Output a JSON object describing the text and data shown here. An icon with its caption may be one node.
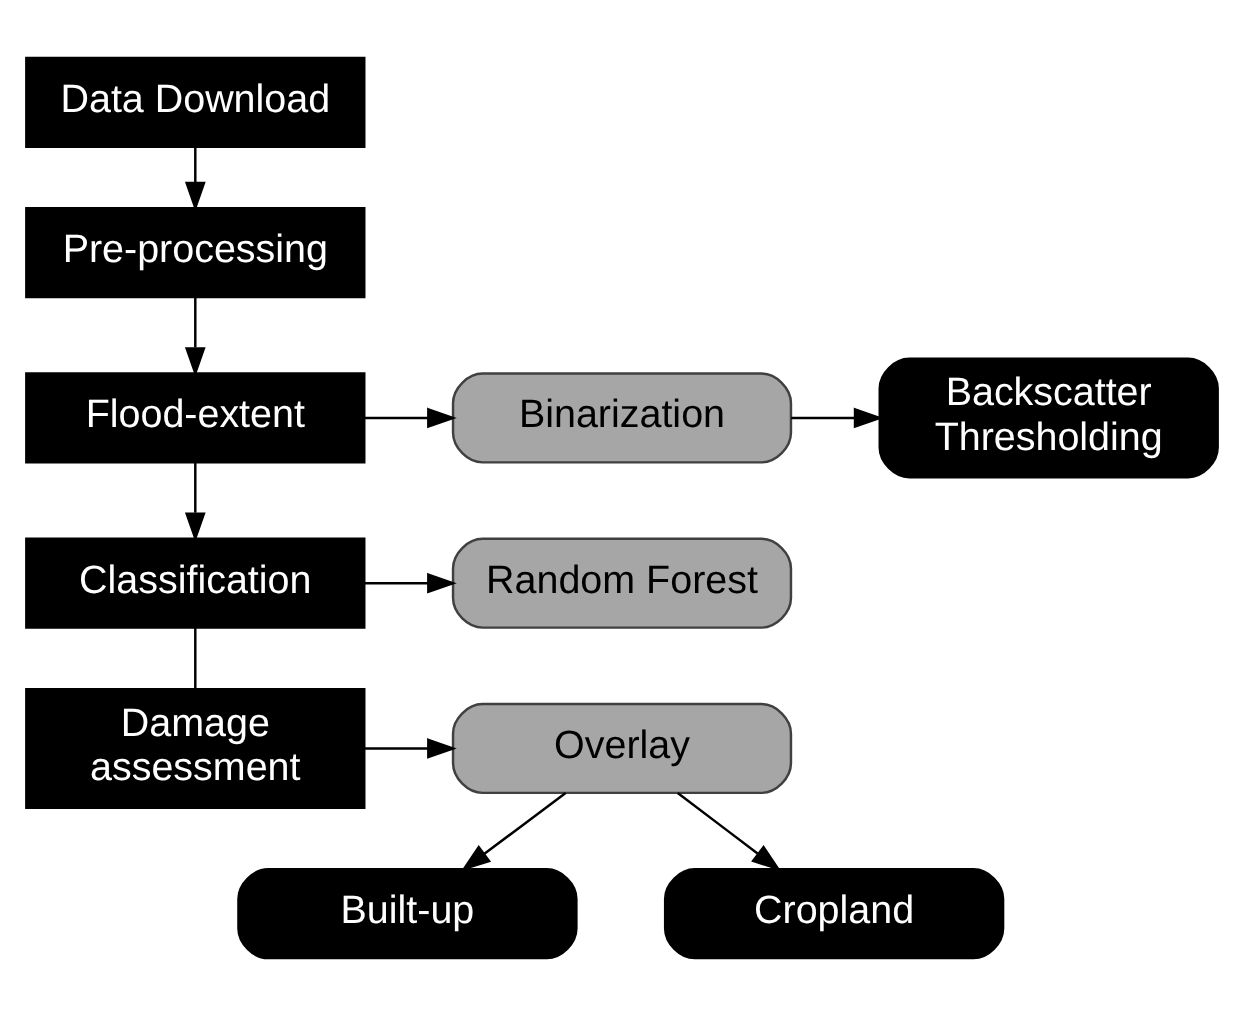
{
  "diagram": {
    "nodes": [
      {
        "text": [
          "Data Download"
        ]
      },
      {
        "text": [
          "Pre-processing"
        ]
      },
      {
        "text": [
          "Flood-extent"
        ]
      },
      {
        "text": [
          "Binarization"
        ]
      },
      {
        "text": [
          "Backscatter Thresholding"
        ]
      },
      {
        "text": [
          "Classification"
        ]
      },
      {
        "text": [
          "Random Forest"
        ]
      },
      {
        "text": [
          "Damage assessment"
        ]
      },
      {
        "text": [
          "Overlay"
        ]
      },
      {
        "text": [
          "Built-up"
        ]
      },
      {
        "text": [
          "Cropland"
        ]
      }
    ],
    "edges": [
      {
        "from": 0,
        "to": 1,
        "arrow": "to"
      },
      {
        "from": 1,
        "to": 2,
        "arrow": "to"
      },
      {
        "from": 2,
        "to": 3,
        "arrow": "to"
      },
      {
        "from": 3,
        "to": 4,
        "arrow": "to"
      },
      {
        "from": 2,
        "to": 5,
        "arrow": "to"
      },
      {
        "from": 5,
        "to": 6,
        "arrow": "to"
      },
      {
        "from": 5,
        "to": 7,
        "arrow": "none"
      },
      {
        "from": 7,
        "to": 8,
        "arrow": "to"
      },
      {
        "from": 8,
        "to": 9,
        "arrow": "to"
      },
      {
        "from": 8,
        "to": 10,
        "arrow": "to"
      }
    ]
  }
}
